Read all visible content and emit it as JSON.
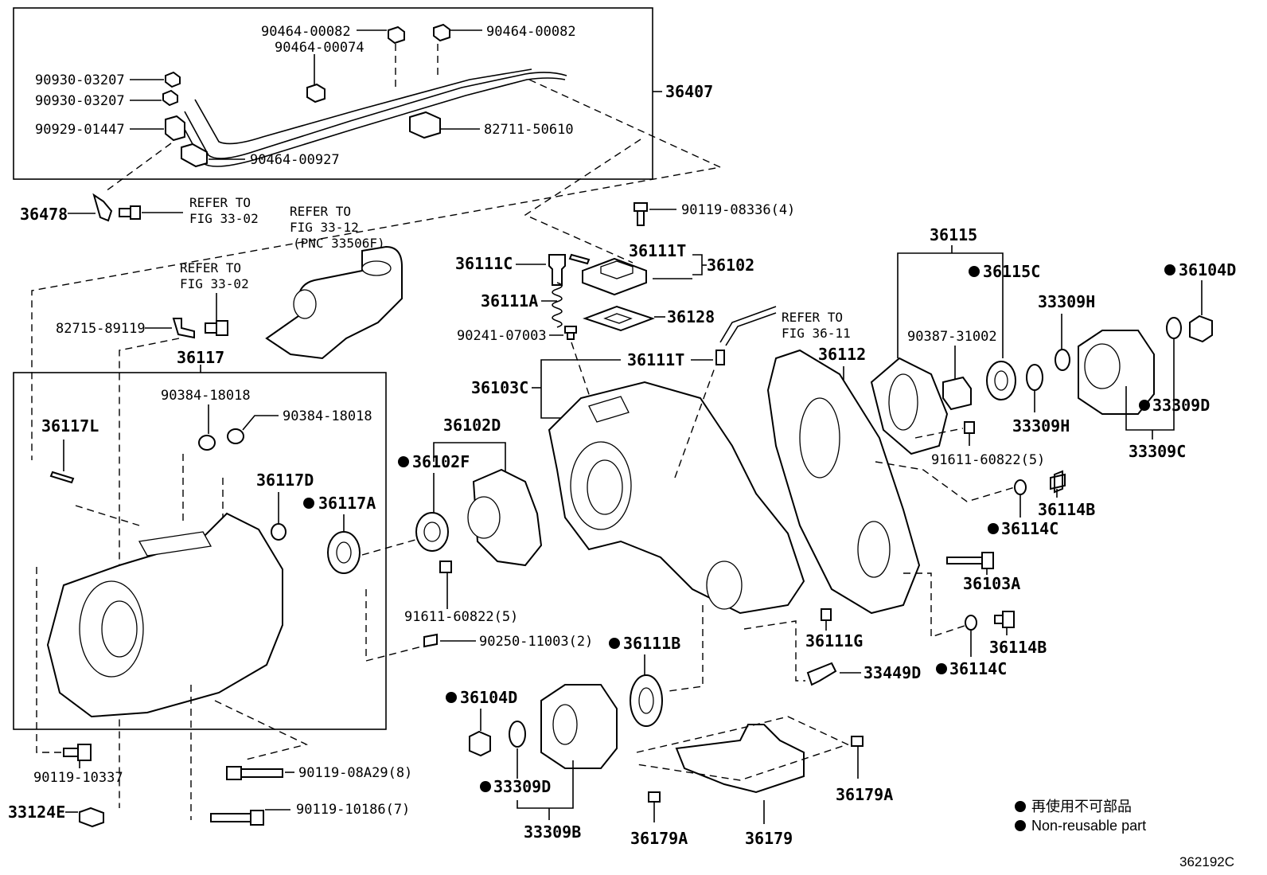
{
  "labels": {
    "p36407": "36407",
    "p90464_00082a": "90464-00082",
    "p90464_00082b": "90464-00082",
    "p90464_00074": "90464-00074",
    "p90930_03207a": "90930-03207",
    "p90930_03207b": "90930-03207",
    "p90929_01447": "90929-01447",
    "p82711_50610": "82711-50610",
    "p90464_00927": "90464-00927",
    "p36478": "36478",
    "p90119_08336": "90119-08336(4)",
    "p36111T_a": "36111T",
    "p36102": "36102",
    "p36111C": "36111C",
    "p36111A": "36111A",
    "p36128": "36128",
    "p90241_07003": "90241-07003",
    "p36111T_b": "36111T",
    "p36103C": "36103C",
    "p36115": "36115",
    "p36115C": "36115C",
    "p36104D_a": "36104D",
    "p33309H_a": "33309H",
    "p90387_31002": "90387-31002",
    "p36112": "36112",
    "p33309H_b": "33309H",
    "p33309D_a": "33309D",
    "p33309C": "33309C",
    "p91611_60822_a": "91611-60822(5)",
    "p36114B_a": "36114B",
    "p36114C_a": "36114C",
    "p36103A": "36103A",
    "p36114B_b": "36114B",
    "p36114C_b": "36114C",
    "p36111G": "36111G",
    "p33449D": "33449D",
    "p82715_89119": "82715-89119",
    "p36117": "36117",
    "p36117L": "36117L",
    "p90384_18018a": "90384-18018",
    "p90384_18018b": "90384-18018",
    "p36117D": "36117D",
    "p36117A": "36117A",
    "p36102D": "36102D",
    "p36102F": "36102F",
    "p91611_60822_b": "91611-60822(5)",
    "p90250_11003": "90250-11003(2)",
    "p36111B": "36111B",
    "p36104D_b": "36104D",
    "p33309D_b": "33309D",
    "p33309B": "33309B",
    "p36179A_a": "36179A",
    "p36179A_b": "36179A",
    "p36179": "36179",
    "p90119_10337": "90119-10337",
    "p90119_08A29": "90119-08A29(8)",
    "p33124E": "33124E",
    "p90119_10186": "90119-10186(7)"
  },
  "refs": {
    "refer_to": "REFER TO",
    "fig_33_02": "FIG 33-02",
    "fig_33_12": "FIG 33-12",
    "pnc_33506f": "(PNC 33506F)",
    "fig_36_11": "FIG 36-11"
  },
  "legend": {
    "jp": "再使用不可部品",
    "en": "Non-reusable part"
  },
  "figure_id": "362192C"
}
